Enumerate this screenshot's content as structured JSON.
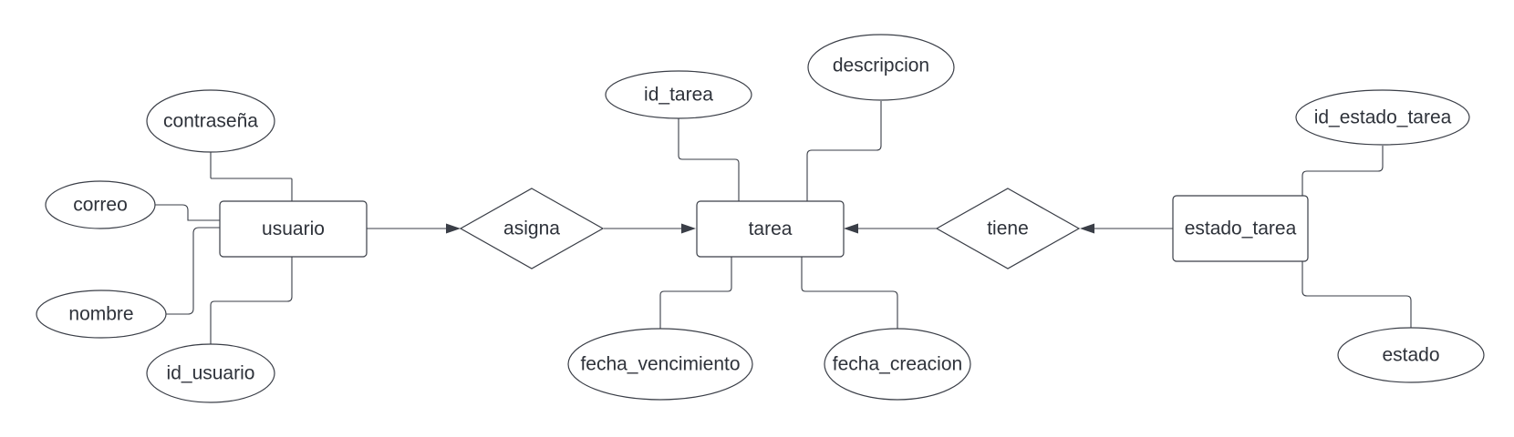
{
  "diagram": {
    "entities": {
      "usuario": "usuario",
      "tarea": "tarea",
      "estado_tarea": "estado_tarea"
    },
    "relationships": {
      "asigna": "asigna",
      "tiene": "tiene"
    },
    "attributes": {
      "contrasena": "contraseña",
      "correo": "correo",
      "nombre": "nombre",
      "id_usuario": "id_usuario",
      "id_tarea": "id_tarea",
      "descripcion": "descripcion",
      "fecha_vencimiento": "fecha_vencimiento",
      "fecha_creacion": "fecha_creacion",
      "id_estado_tarea": "id_estado_tarea",
      "estado": "estado"
    },
    "colors": {
      "stroke": "#3a3e47",
      "text": "#2e323a",
      "fill": "#ffffff"
    }
  }
}
